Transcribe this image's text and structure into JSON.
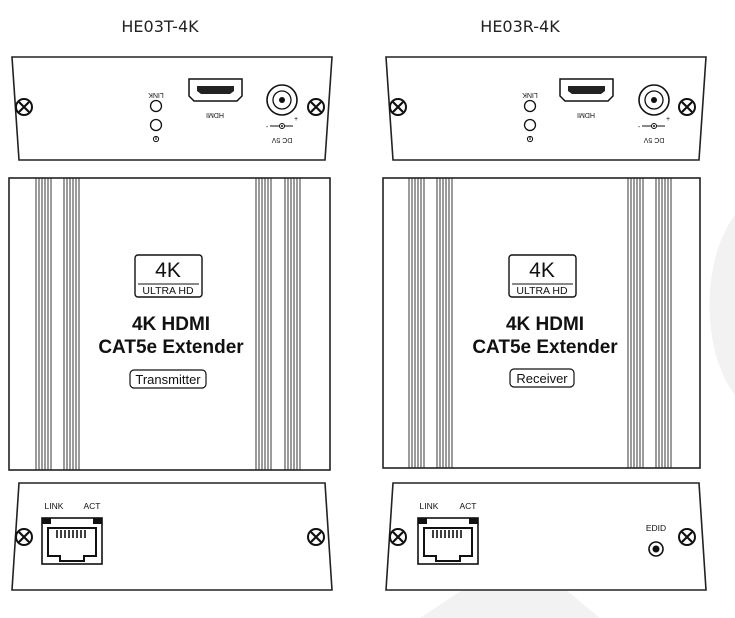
{
  "units": [
    {
      "model": "HE03T-4K",
      "front": {
        "link_label": "LINK",
        "hdmi_label": "HDMI",
        "dc_label": "DC 5V"
      },
      "badge": {
        "big": "4K",
        "small": "ULTRA HD"
      },
      "title_line1": "4K HDMI",
      "title_line2": "CAT5e Extender",
      "role": "Transmitter",
      "back": {
        "link_label": "LINK",
        "act_label": "ACT"
      }
    },
    {
      "model": "HE03R-4K",
      "front": {
        "link_label": "LINK",
        "hdmi_label": "HDMI",
        "dc_label": "DC 5V"
      },
      "badge": {
        "big": "4K",
        "small": "ULTRA HD"
      },
      "title_line1": "4K HDMI",
      "title_line2": "CAT5e Extender",
      "role": "Receiver",
      "back": {
        "link_label": "LINK",
        "act_label": "ACT",
        "edid_label": "EDID"
      }
    }
  ]
}
